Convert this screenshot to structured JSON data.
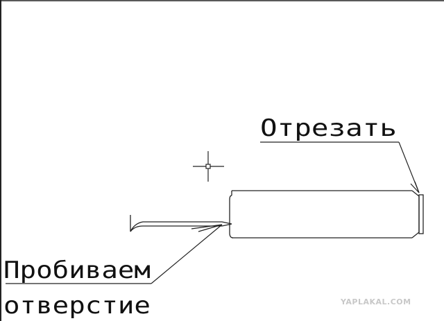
{
  "annotations": {
    "cut_label": "Отрезать",
    "pierce_label_line1": "Пробиваем",
    "pierce_label_line2": "отверстие"
  },
  "watermark": {
    "text": "YAPLAKAL.COM",
    "color": "#c8c8c8"
  },
  "colors": {
    "background": "#ffffff",
    "line": "#111111",
    "border": "#222222"
  }
}
